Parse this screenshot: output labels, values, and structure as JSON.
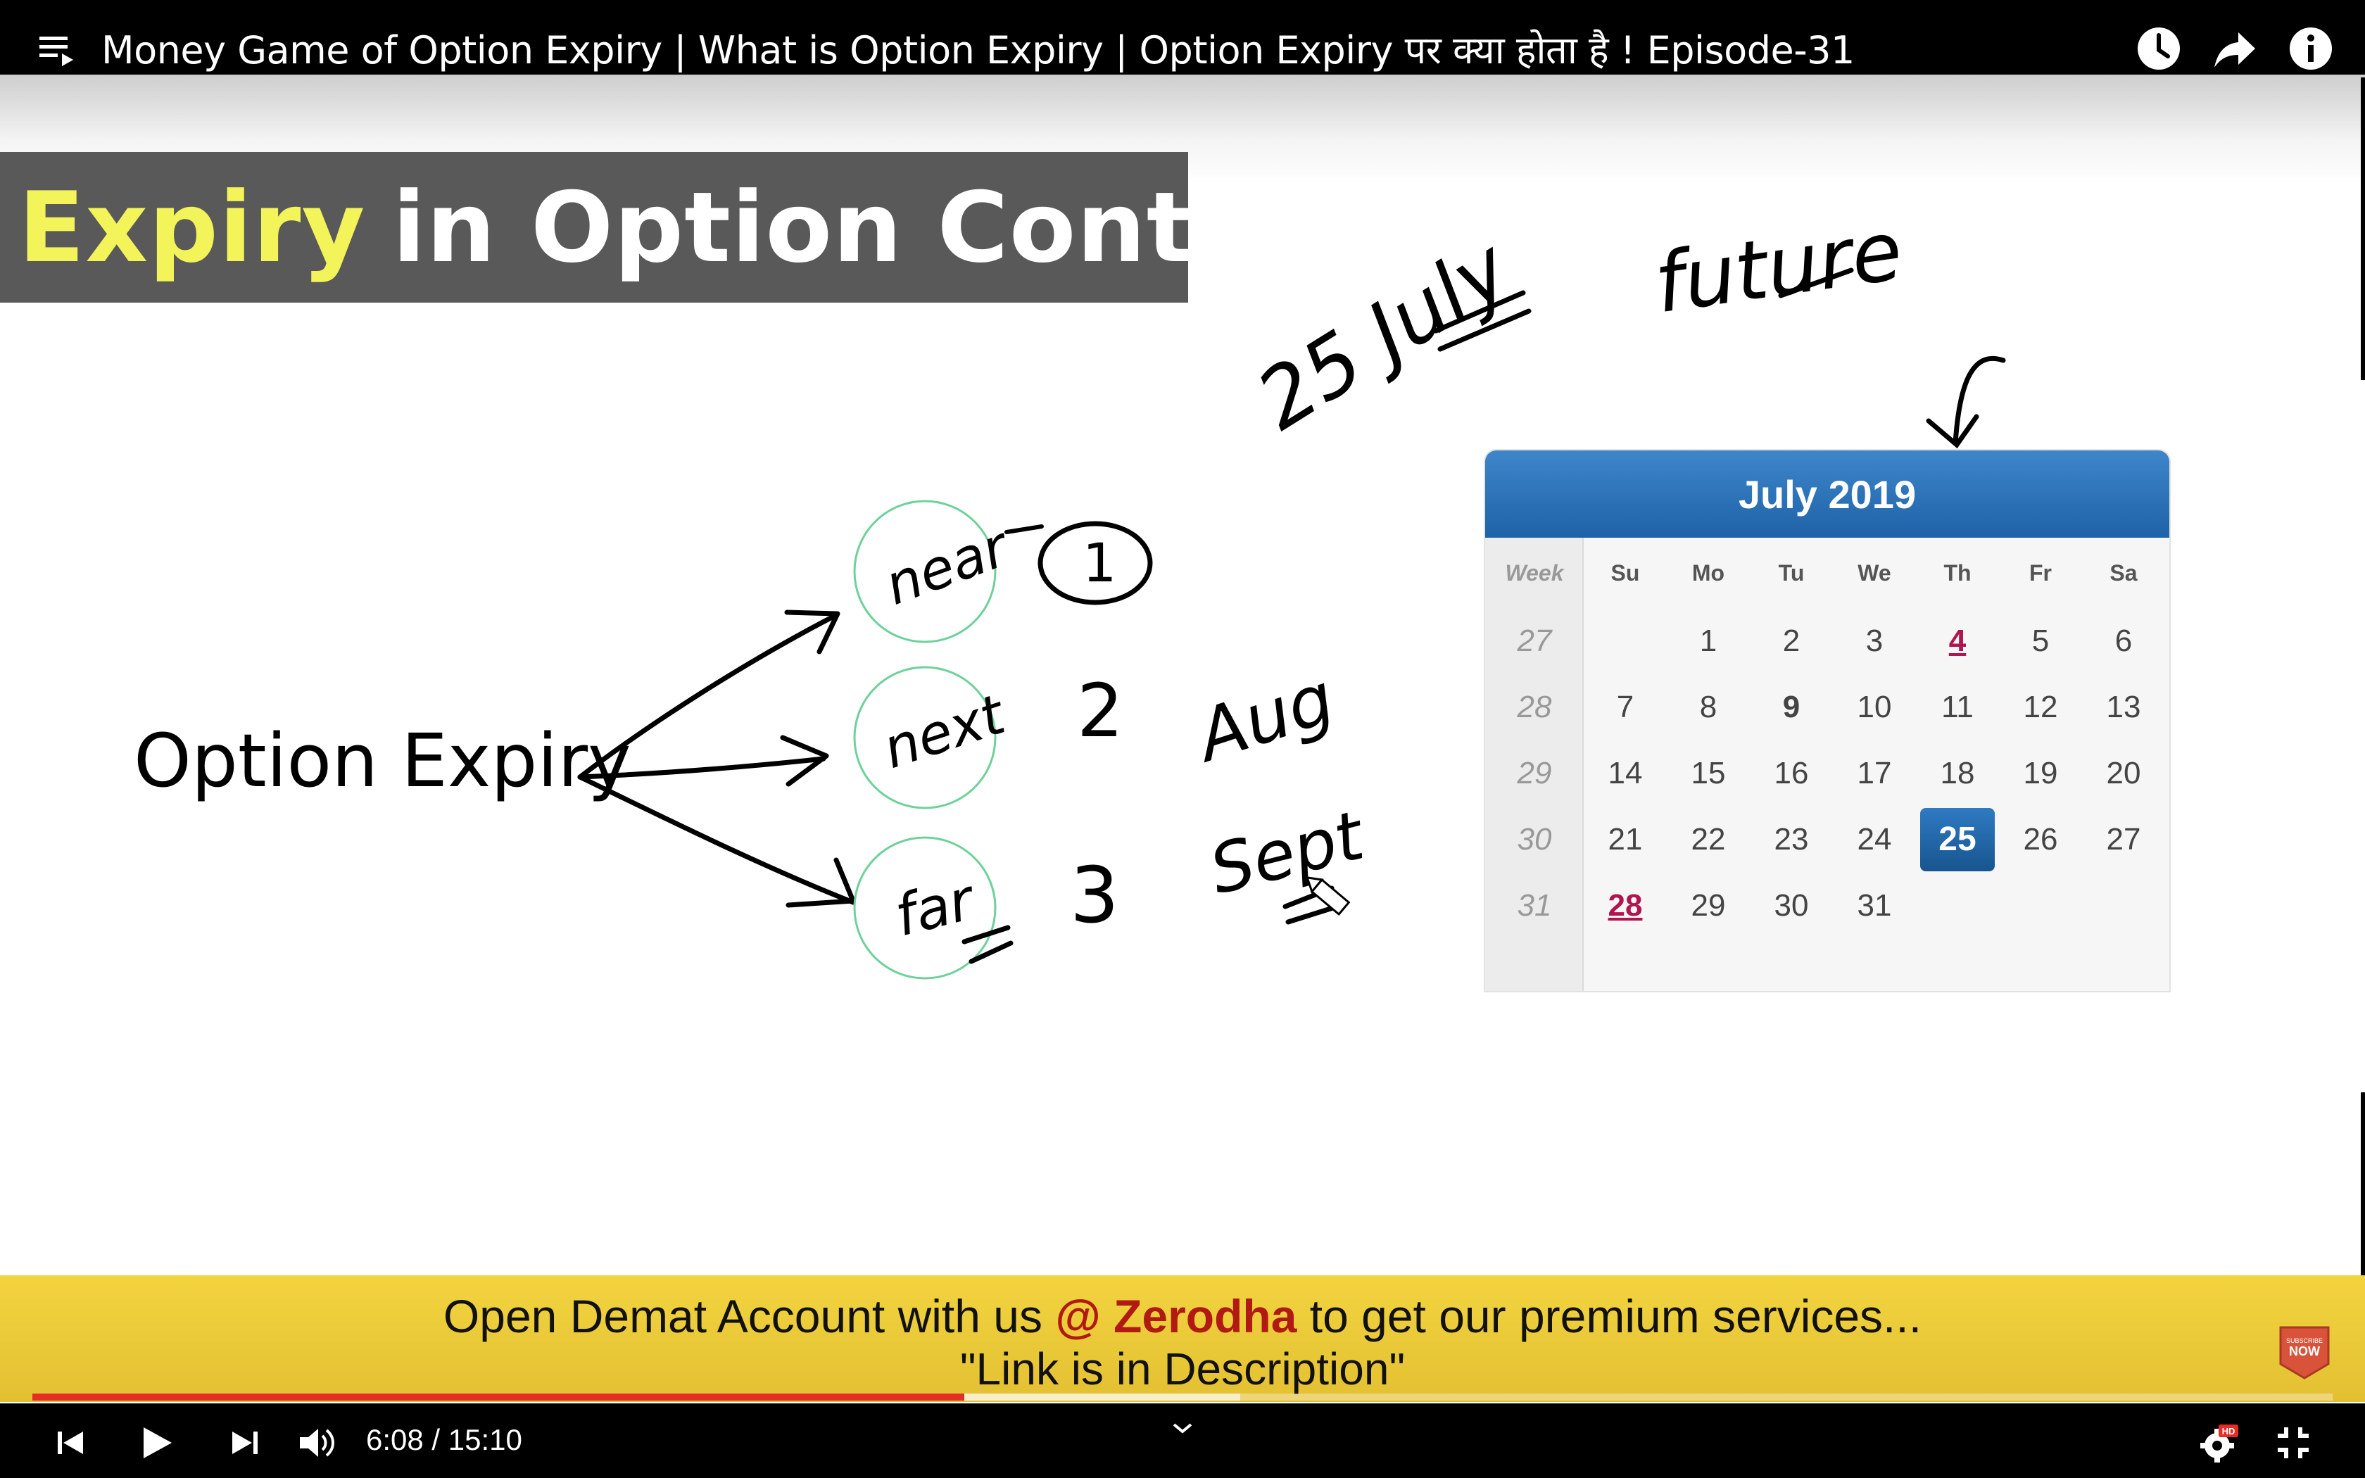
{
  "player": {
    "title": "Money Game of Option Expiry | What is Option Expiry | Option Expiry पर क्या होता है ! Episode-31",
    "current_time": "6:08",
    "duration": "15:10",
    "time_display": "6:08 / 15:10",
    "progress_fraction": 0.405,
    "buffered_fraction": 0.525,
    "hd_badge": "HD",
    "top_icons": [
      "watch-later-icon",
      "share-icon",
      "info-icon"
    ],
    "bottom_icons": [
      "previous-icon",
      "play-icon",
      "next-icon",
      "volume-icon",
      "settings-icon",
      "exit-fullscreen-icon"
    ],
    "accent_color": "#e52d27"
  },
  "slide": {
    "heading_highlight": "Expiry",
    "heading_rest": "in Option Contract",
    "heading_highlight_color": "#f3f35a",
    "root_label": "Option Expiry",
    "handwriting": {
      "circle_1": "near",
      "circle_2": "next",
      "circle_3": "far",
      "num_1": "1",
      "num_2": "2",
      "num_3": "3",
      "month_2": "Aug",
      "month_3": "Sept",
      "date_note": "25 July",
      "future_note": "future"
    }
  },
  "calendar": {
    "month_title": "July 2019",
    "week_header": "Week",
    "day_headers": [
      "Su",
      "Mo",
      "Tu",
      "We",
      "Th",
      "Fr",
      "Sa"
    ],
    "rows": [
      {
        "week": "27",
        "days": [
          "",
          "1",
          "2",
          "3",
          "4",
          "5",
          "6"
        ]
      },
      {
        "week": "28",
        "days": [
          "7",
          "8",
          "9",
          "10",
          "11",
          "12",
          "13"
        ]
      },
      {
        "week": "29",
        "days": [
          "14",
          "15",
          "16",
          "17",
          "18",
          "19",
          "20"
        ]
      },
      {
        "week": "30",
        "days": [
          "21",
          "22",
          "23",
          "24",
          "25",
          "26",
          "27"
        ]
      },
      {
        "week": "31",
        "days": [
          "28",
          "29",
          "30",
          "31",
          "",
          "",
          ""
        ]
      }
    ],
    "selected_day": "25",
    "holiday_days": [
      "4",
      "28"
    ],
    "bold_days": [
      "9"
    ],
    "header_color": "#2f72b8"
  },
  "ad": {
    "prefix": "Open Demat Account with us ",
    "brand": "@ Zerodha",
    "suffix": "  to get our premium services...",
    "line2": "\"Link is in Description\"",
    "badge_line1": "SUBSCRIBE",
    "badge_line2": "NOW"
  }
}
